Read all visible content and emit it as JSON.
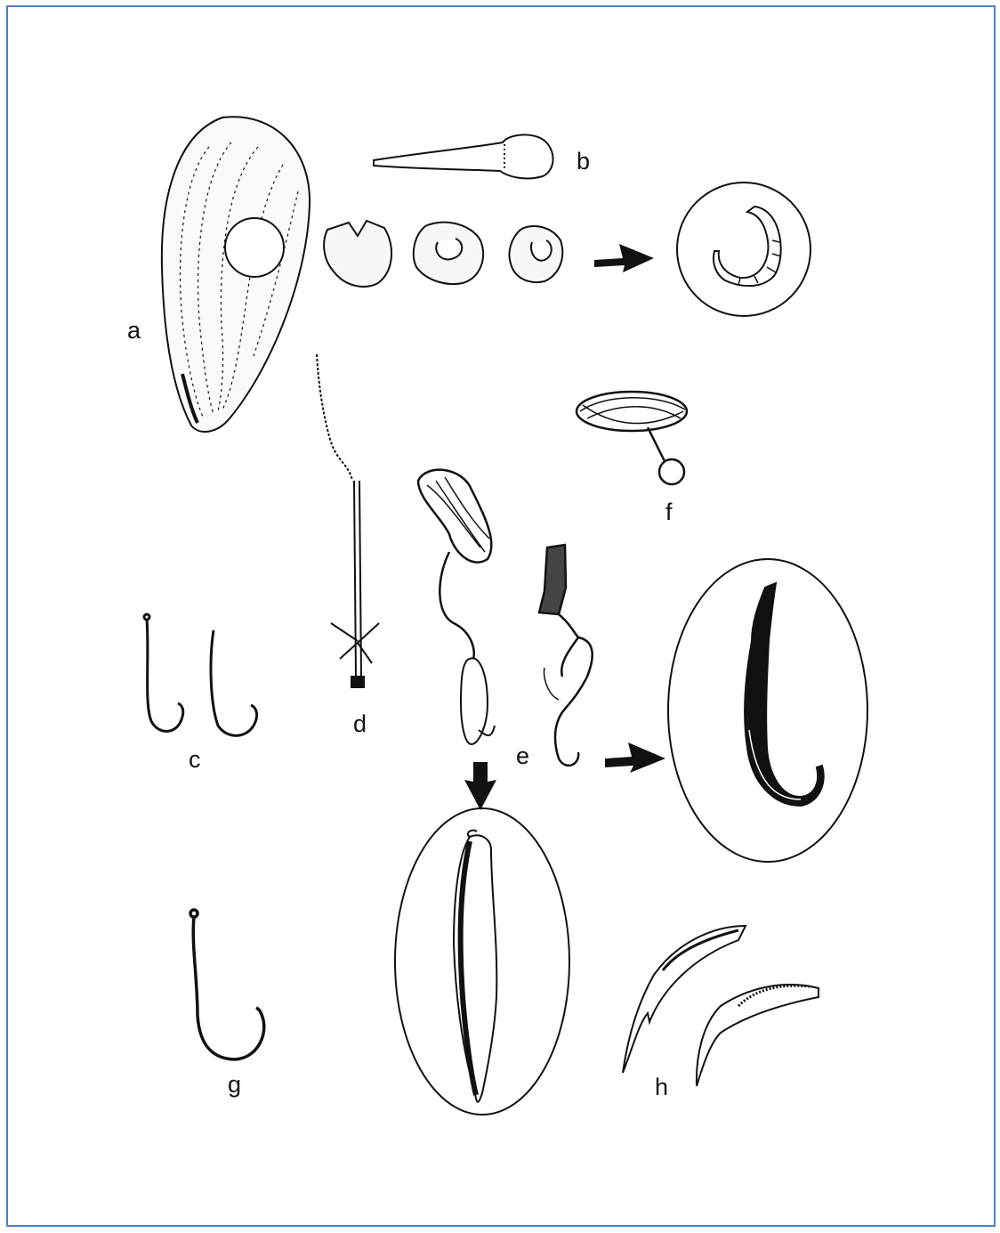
{
  "figure": {
    "labels": {
      "a": "a",
      "b": "b",
      "c": "c",
      "d": "d",
      "e": "e",
      "f": "f",
      "g": "g",
      "h": "h"
    },
    "colors": {
      "ink": "#111111",
      "border": "#4f81bd",
      "background": "#ffffff"
    },
    "icons": [
      "mussel-shell",
      "stone-drill",
      "hook-blank",
      "arrow",
      "shell-hook",
      "bone-hook",
      "composite-lure",
      "fishing-line",
      "lure-shank",
      "thorn-hook"
    ]
  }
}
